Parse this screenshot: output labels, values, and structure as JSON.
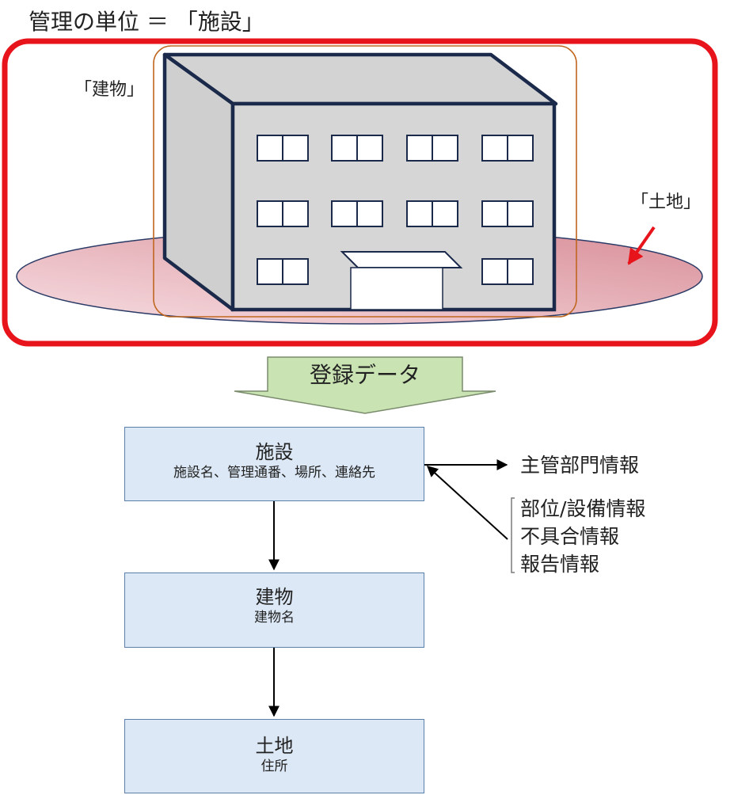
{
  "title": "管理の単位 ＝ 「施設」",
  "illustration": {
    "building_label": "「建物」",
    "land_label": "「土地」"
  },
  "registration_arrow_label": "登録データ",
  "flow": {
    "facility": {
      "title": "施設",
      "fields": "施設名、管理通番、場所、連絡先"
    },
    "building": {
      "title": "建物",
      "fields": "建物名"
    },
    "land": {
      "title": "土地",
      "fields": "住所"
    }
  },
  "related": {
    "department": "主管部門情報",
    "items": [
      "部位/設備情報",
      "不具合情報",
      "報告情報"
    ]
  },
  "colors": {
    "frame_red": "#e8141b",
    "land_fill": "#e3a9b1",
    "arrow_green": "#c9e3b3",
    "box_fill": "#dce8f5",
    "building_gray": "#d6d6d6",
    "building_outline": "#1b2a4a"
  }
}
